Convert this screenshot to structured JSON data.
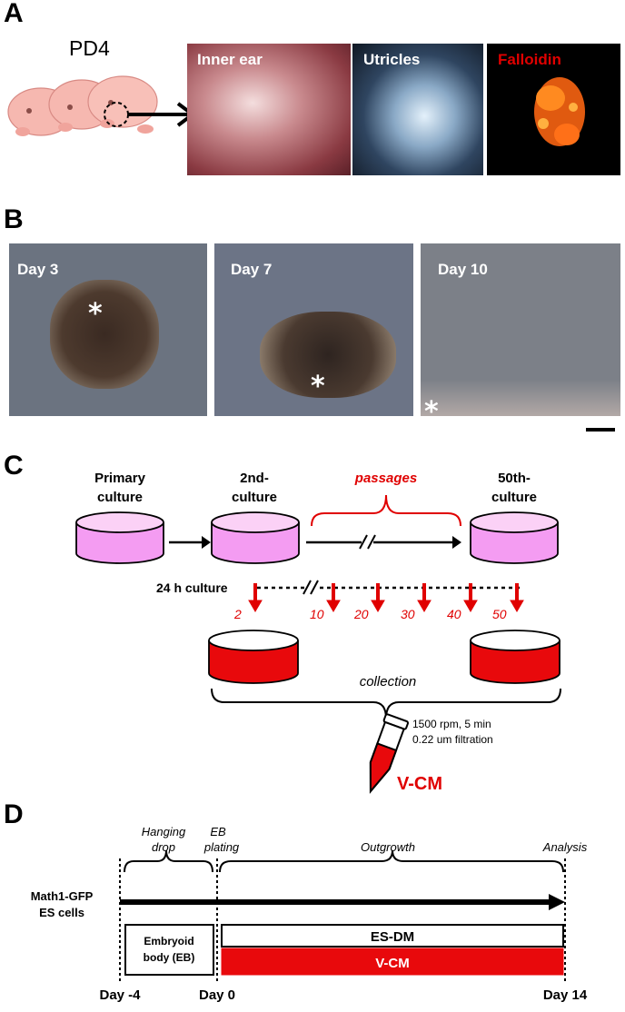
{
  "panels": {
    "a": {
      "letter": "A",
      "age_label": "PD4",
      "images": [
        {
          "label": "Inner ear",
          "label_color": "#ffffff"
        },
        {
          "label": "Utricles",
          "label_color": "#ffffff"
        },
        {
          "label": "Falloidin",
          "label_color": "#e00000"
        }
      ]
    },
    "b": {
      "letter": "B",
      "images": [
        {
          "label": "Day 3",
          "marker": "*"
        },
        {
          "label": "Day 7",
          "marker": "*"
        },
        {
          "label": "Day 10",
          "marker": "*"
        }
      ]
    },
    "c": {
      "letter": "C",
      "primary": [
        "Primary",
        "culture"
      ],
      "second": [
        "2nd-",
        "culture"
      ],
      "fiftieth": [
        "50th-",
        "culture"
      ],
      "passages": "passages",
      "culture_24h": "24 h culture",
      "passage_numbers": [
        "2",
        "10",
        "20",
        "30",
        "40",
        "50"
      ],
      "collection": "collection",
      "centrifuge": "1500 rpm, 5 min",
      "filtration": "0.22 um filtration",
      "product": "V-CM"
    },
    "d": {
      "letter": "D",
      "stages": [
        [
          "Hanging",
          "drop"
        ],
        [
          "EB",
          "plating"
        ],
        [
          "Outgrowth"
        ],
        [
          "Analysis"
        ]
      ],
      "cells": [
        "Math1-GFP",
        "ES cells"
      ],
      "eb_box": [
        "Embryoid",
        "body (EB)"
      ],
      "bars": [
        "ES-DM",
        "V-CM"
      ],
      "days": [
        "Day -4",
        "Day 0",
        "Day 14"
      ]
    }
  },
  "colors": {
    "red": "#e00000",
    "dish_pink": "#f49cf2",
    "dish_red": "#e8090c"
  }
}
